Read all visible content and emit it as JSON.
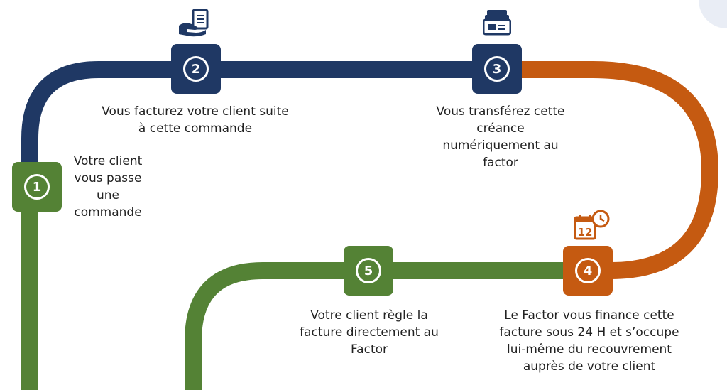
{
  "colors": {
    "navy": "#1f3864",
    "green": "#548235",
    "orange": "#c55a11"
  },
  "steps": [
    {
      "number": "1",
      "caption": "Votre client\nvous passe\nune\ncommande",
      "color": "green"
    },
    {
      "number": "2",
      "caption": "Vous facturez votre client suite\nà cette commande",
      "color": "navy",
      "icon": "invoice-hand-icon"
    },
    {
      "number": "3",
      "caption": "Vous transférez cette\ncréance\nnumériquement au\nfactor",
      "color": "navy",
      "icon": "card-file-icon"
    },
    {
      "number": "4",
      "caption": "Le Factor vous finance cette\nfacture sous 24 H et s’occupe\nlui-même du recouvrement\nauprès de votre client",
      "color": "orange",
      "icon": "calendar-clock-icon"
    },
    {
      "number": "5",
      "caption": "Votre client règle la\nfacture directement au\nFactor",
      "color": "green"
    }
  ],
  "icons": {
    "calendar_number": "12"
  }
}
